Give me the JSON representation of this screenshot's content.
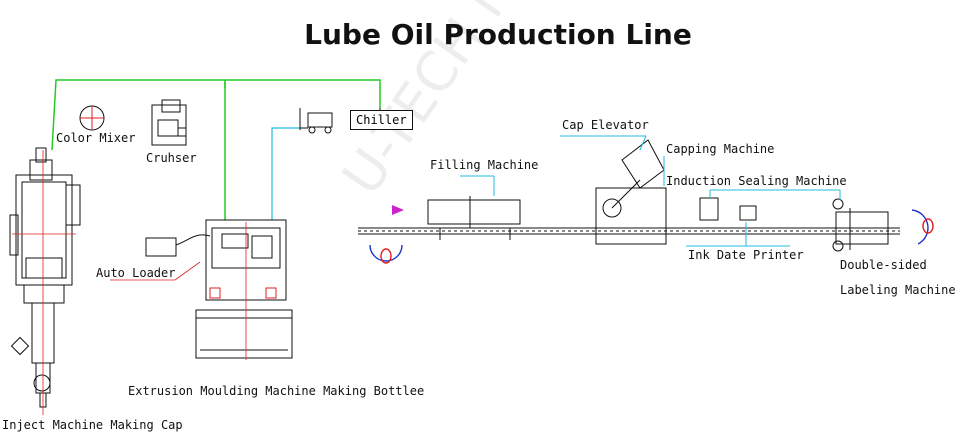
{
  "title": "Lube Oil Production Line",
  "watermark": "U-TECH MACHINE",
  "labels": {
    "color_mixer": "Color Mixer",
    "crusher": "Cruhser",
    "chiller": "Chiller",
    "auto_loader": "Auto Loader",
    "extrusion": "Extrusion Moulding Machine Making Bottlee",
    "inject": "Inject Machine Making Cap",
    "filling": "Filling Machine",
    "cap_elevator": "Cap Elevator",
    "capping": "Capping Machine",
    "induction": "Induction Sealing Machine",
    "ink_date": "Ink Date Printer",
    "double_sided": "Double-sided",
    "labeling": "Labeling Machine"
  },
  "colors": {
    "line": "#111111",
    "pipe_green": "#22cc22",
    "pipe_cyan": "#22bbdd",
    "accent_red": "#dd2222",
    "accent_blue": "#2233cc",
    "accent_magenta": "#cc22cc"
  }
}
